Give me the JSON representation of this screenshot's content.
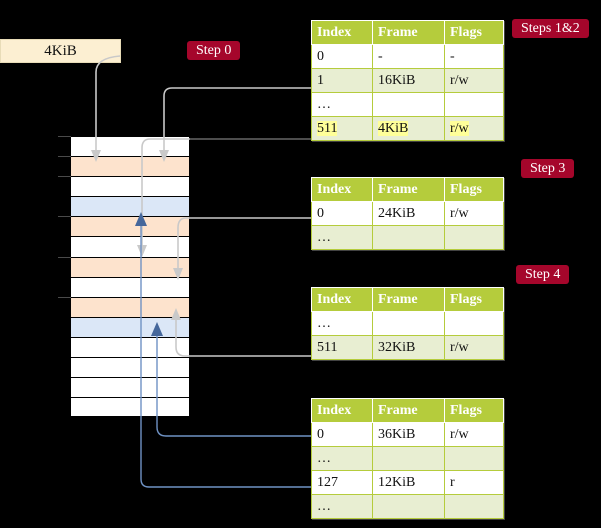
{
  "title": "Multi-level page table translation diagram",
  "labels": {
    "page_box": "4KiB",
    "step0": "Step 0",
    "steps12": "Steps 1&2",
    "step3": "Step 3",
    "step4": "Step 4"
  },
  "columns": [
    "Index",
    "Frame",
    "Flags"
  ],
  "tables": [
    {
      "id": "table-steps-1-2",
      "rows": [
        {
          "index": "0",
          "frame": "-",
          "flags": "-",
          "shade": "plain",
          "highlight": false
        },
        {
          "index": "1",
          "frame": "16KiB",
          "flags": "r/w",
          "shade": "alt",
          "highlight": false
        },
        {
          "index": "…",
          "frame": "",
          "flags": "",
          "shade": "plain",
          "highlight": false
        },
        {
          "index": "511",
          "frame": "4KiB",
          "flags": "r/w",
          "shade": "alt",
          "highlight": true
        }
      ]
    },
    {
      "id": "table-step-3",
      "rows": [
        {
          "index": "0",
          "frame": "24KiB",
          "flags": "r/w",
          "shade": "plain",
          "highlight": false
        },
        {
          "index": "…",
          "frame": "",
          "flags": "",
          "shade": "alt",
          "highlight": false
        }
      ]
    },
    {
      "id": "table-step-4",
      "rows": [
        {
          "index": "…",
          "frame": "",
          "flags": "",
          "shade": "plain",
          "highlight": false
        },
        {
          "index": "511",
          "frame": "32KiB",
          "flags": "r/w",
          "shade": "alt",
          "highlight": false
        }
      ]
    },
    {
      "id": "table-bottom",
      "rows": [
        {
          "index": "0",
          "frame": "36KiB",
          "flags": "r/w",
          "shade": "plain",
          "highlight": false
        },
        {
          "index": "…",
          "frame": "",
          "flags": "",
          "shade": "alt",
          "highlight": false
        },
        {
          "index": "127",
          "frame": "12KiB",
          "flags": "r",
          "shade": "plain",
          "highlight": false
        },
        {
          "index": "…",
          "frame": "",
          "flags": "",
          "shade": "alt",
          "highlight": false
        }
      ]
    }
  ],
  "memory_rows": [
    {
      "fill": "white",
      "tick": true
    },
    {
      "fill": "orange",
      "tick": true
    },
    {
      "fill": "white",
      "tick": true
    },
    {
      "fill": "blue",
      "tick": false
    },
    {
      "fill": "orange",
      "tick": true
    },
    {
      "fill": "white",
      "tick": false
    },
    {
      "fill": "orange",
      "tick": true
    },
    {
      "fill": "white",
      "tick": false
    },
    {
      "fill": "orange",
      "tick": true
    },
    {
      "fill": "blue",
      "tick": false
    },
    {
      "fill": "white",
      "tick": false
    },
    {
      "fill": "white",
      "tick": false
    },
    {
      "fill": "white",
      "tick": false
    },
    {
      "fill": "white",
      "tick": false
    }
  ],
  "colors": {
    "badge": "#a5062b",
    "header": "#b5cc3c",
    "row_alt": "#e8eed2",
    "highlight": "#ffff99",
    "page_box": "#fcefd2",
    "mem_orange": "#fde3cd",
    "mem_blue": "#dbe7f7",
    "wire_gray": "#c9c9c9",
    "wire_blue": "#6f92c4",
    "background": "#000000"
  }
}
